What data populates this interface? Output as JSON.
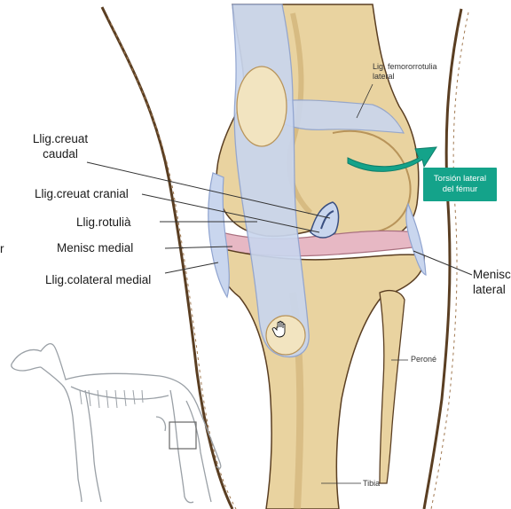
{
  "labels": {
    "lig_caudal_line1": "Llig.creuat",
    "lig_caudal_line2": "caudal",
    "lig_cranial": "Llig.creuat cranial",
    "lig_rotulia": "Llig.rotulià",
    "menisc_medial": "Menisc medial",
    "lig_colateral": "Llig.colateral medial",
    "femororrotulia_line1": "Lig. femororrotulia",
    "femororrotulia_line2": "lateral",
    "torsion_line1": "Torsión lateral",
    "torsion_line2": "del fémur",
    "menisc_lateral_line1": "Menisc",
    "menisc_lateral_line2": "lateral",
    "perone": "Peroné",
    "tibia": "Tibia",
    "edge_fragment": "r"
  },
  "colors": {
    "bone": "#e9d3a0",
    "bone_shadow": "#c9a86a",
    "ligament": "#c9d6ee",
    "ligament_edge": "#8fa3cf",
    "meniscus": "#e7b8c4",
    "accent": "#14a38a",
    "outline": "#5a3e22"
  },
  "icons": {
    "cursor": "hand-cursor-icon",
    "arrow": "curved-arrow-icon",
    "dog": "dog-skeleton-icon"
  }
}
